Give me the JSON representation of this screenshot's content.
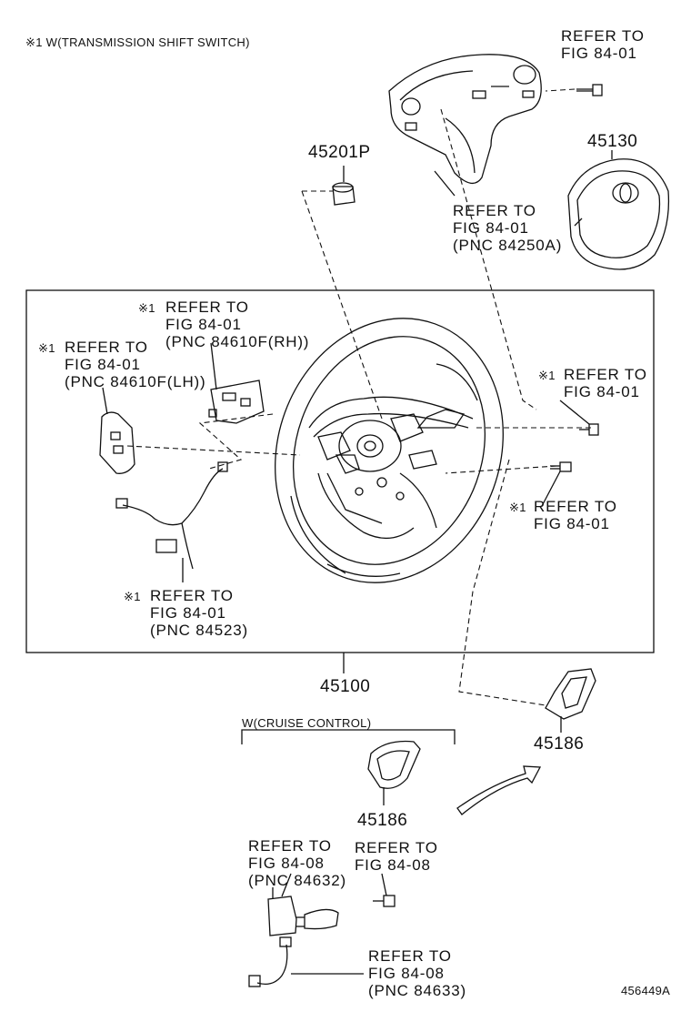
{
  "header_note": "※1 W(TRANSMISSION SHIFT SWITCH)",
  "ref_top": {
    "line1": "REFER TO",
    "line2": "FIG 84-01"
  },
  "ref_cover": {
    "line1": "REFER TO",
    "line2": "FIG 84-01",
    "line3": "(PNC 84250A)"
  },
  "ref_rh": {
    "mark": "※1",
    "line1": "REFER TO",
    "line2": "FIG 84-01",
    "line3": "(PNC 84610F(RH))"
  },
  "ref_lh": {
    "mark": "※1",
    "line1": "REFER TO",
    "line2": "FIG 84-01",
    "line3": "(PNC 84610F(LH))"
  },
  "ref_right_bolt": {
    "mark": "※1",
    "line1": "REFER TO",
    "line2": "FIG 84-01"
  },
  "ref_right_screw": {
    "mark": "※1",
    "line1": "REFER TO",
    "line2": "FIG 84-01"
  },
  "ref_harness": {
    "mark": "※1",
    "line1": "REFER TO",
    "line2": "FIG 84-01",
    "line3": "(PNC 84523)"
  },
  "ref_switch": {
    "line1": "REFER TO",
    "line2": "FIG 84-08",
    "line3": "(PNC 84632)"
  },
  "ref_switch_bolt": {
    "line1": "REFER TO",
    "line2": "FIG 84-08"
  },
  "ref_cable": {
    "line1": "REFER TO",
    "line2": "FIG 84-08",
    "line3": "(PNC 84633)"
  },
  "parts": {
    "p45201p": "45201P",
    "p45130": "45130",
    "p45100": "45100",
    "p45186_right": "45186",
    "p45186_cruise": "45186"
  },
  "cruise_note": "W(CRUISE CONTROL)",
  "figure_id": "456449A",
  "colors": {
    "ink": "#111111",
    "paper": "#ffffff"
  }
}
